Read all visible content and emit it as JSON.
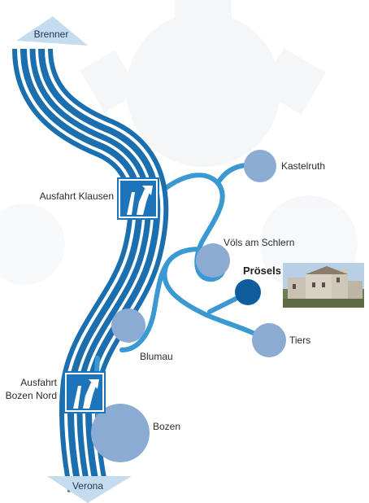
{
  "colors": {
    "motorway_dark": "#1b6fae",
    "motorway_light": "#5aa6dc",
    "road": "#3a98d2",
    "town": "#8cabd3",
    "highlight_town": "#0f5d9c",
    "sign": "#1e74b8",
    "arrow_fill": "#c5dcef",
    "watermark": "#eef0f3"
  },
  "endpoints": {
    "north": "Brenner",
    "south": "Verona"
  },
  "exits": {
    "klausen": "Ausfahrt Klausen",
    "bozen_nord_line1": "Ausfahrt",
    "bozen_nord_line2": "Bozen Nord"
  },
  "towns": {
    "kastelruth": "Kastelruth",
    "voels": "Völs am Schlern",
    "proesels": "Prösels",
    "tiers": "Tiers",
    "blumau": "Blumau",
    "bozen": "Bozen"
  },
  "icons": {
    "exit_sign": "motorway-exit-sign-icon",
    "castle_photo": "castle-photo"
  }
}
